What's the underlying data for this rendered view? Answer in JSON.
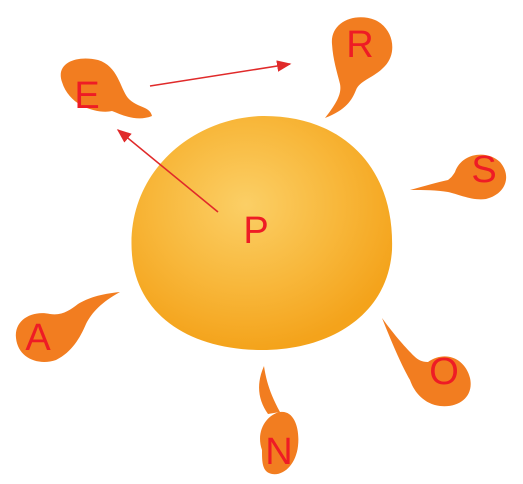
{
  "diagram": {
    "center_letter": "P",
    "petal_letters": [
      "E",
      "R",
      "S",
      "O",
      "N",
      "A"
    ],
    "arrow_sequence": [
      "P",
      "E",
      "R"
    ],
    "colors": {
      "sun_center": "#fbcf66",
      "sun_edge": "#f4a31b",
      "petal_fill": "#f27d20",
      "letter": "#ee1c25",
      "arrow": "#e02a2a"
    }
  }
}
